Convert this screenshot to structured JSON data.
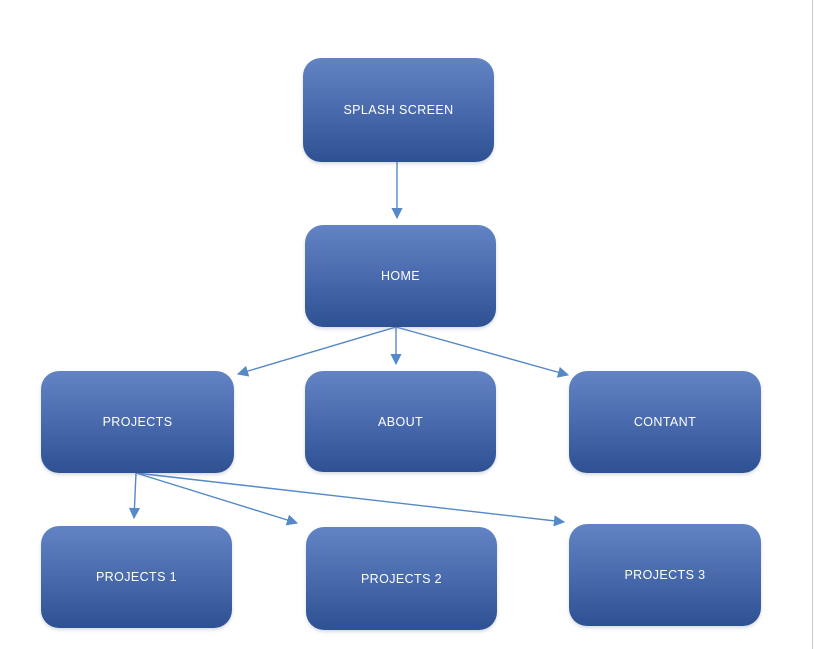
{
  "page": {
    "background": "#ffffff",
    "page_edge": "#c9c9c9"
  },
  "colors": {
    "node_gradient_top": "#6283c4",
    "node_gradient_bottom": "#2e5193",
    "node_text": "#ffffff",
    "connector": "#5589c8"
  },
  "diagram": {
    "nodes": [
      {
        "id": "splash-screen",
        "label": "SPLASH SCREEN"
      },
      {
        "id": "home",
        "label": "HOME"
      },
      {
        "id": "projects",
        "label": "PROJECTS"
      },
      {
        "id": "about",
        "label": "ABOUT"
      },
      {
        "id": "contant",
        "label": "CONTANT"
      },
      {
        "id": "projects-1",
        "label": "PROJECTS 1"
      },
      {
        "id": "projects-2",
        "label": "PROJECTS 2"
      },
      {
        "id": "projects-3",
        "label": "PROJECTS 3"
      }
    ],
    "edges": [
      {
        "from": "splash-screen",
        "to": "home"
      },
      {
        "from": "home",
        "to": "projects"
      },
      {
        "from": "home",
        "to": "about"
      },
      {
        "from": "home",
        "to": "contant"
      },
      {
        "from": "projects",
        "to": "projects-1"
      },
      {
        "from": "projects",
        "to": "projects-2"
      },
      {
        "from": "projects",
        "to": "projects-3"
      }
    ]
  }
}
